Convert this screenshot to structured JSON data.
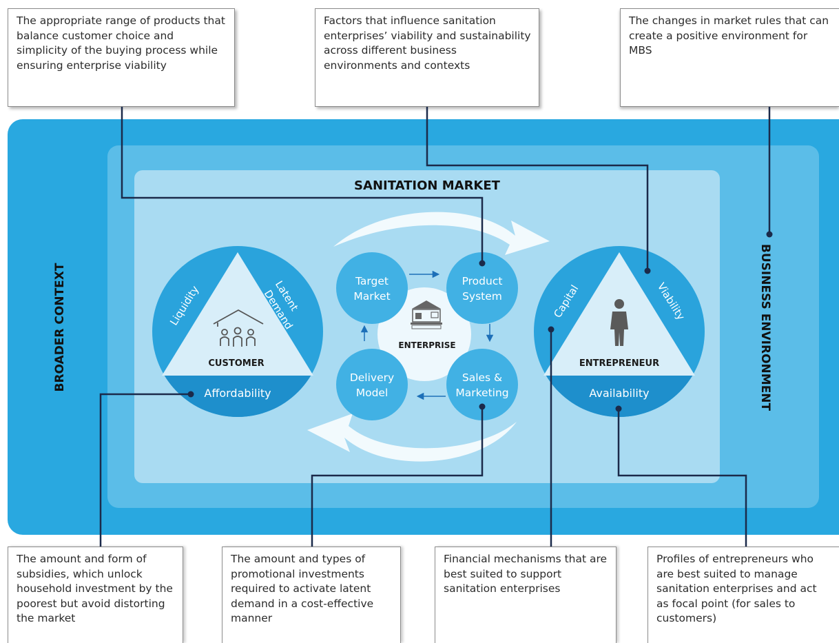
{
  "callouts": {
    "top_left": "The appropriate range of products that balance customer choice and simplicity of the buying process while ensuring enterprise viability",
    "top_middle": "Factors that influence sanitation enterprises’ viability and sustainability across different business environments and contexts",
    "top_right": "The changes in market rules that can create a positive environment for MBS",
    "bottom_1": "The amount and form of subsidies, which unlock household investment by the poorest but avoid distorting the market",
    "bottom_2": "The amount and types of promotional investments required to activate latent demand in a cost-effective manner",
    "bottom_3": "Financial mechanisms that are best suited to support sanitation enterprises",
    "bottom_4": "Profiles of entrepreneurs who are best suited to manage sanitation enterprises and act as focal point (for sales to customers)"
  },
  "labels": {
    "broader_context": "BROADER CONTEXT",
    "business_environment": "BUSINESS ENVIRONMENT",
    "sanitation_market": "SANITATION MARKET"
  },
  "customer": {
    "title": "CUSTOMER",
    "left": "Liquidity",
    "right_line1": "Latent",
    "right_line2": "Demand",
    "bottom": "Affordability",
    "icon": "household-family-icon"
  },
  "enterprise": {
    "title": "ENTERPRISE",
    "icon": "shop-building-icon",
    "nodes": {
      "target_line1": "Target",
      "target_line2": "Market",
      "product_line1": "Product",
      "product_line2": "System",
      "sales_line1": "Sales &",
      "sales_line2": "Marketing",
      "delivery_line1": "Delivery",
      "delivery_line2": "Model"
    }
  },
  "entrepreneur": {
    "title": "ENTREPRENEUR",
    "left": "Capital",
    "right": "Viability",
    "bottom": "Availability",
    "icon": "person-standing-icon"
  },
  "colors": {
    "outer": "#29a8e0",
    "middle": "#5bbde8",
    "inner": "#a9dbf2",
    "circle": "#2aa3dc",
    "node": "#41b1e4",
    "triangle": "#d8eef9",
    "connector": "#1b2a4a",
    "arrow_blue": "#1c6fb8"
  }
}
